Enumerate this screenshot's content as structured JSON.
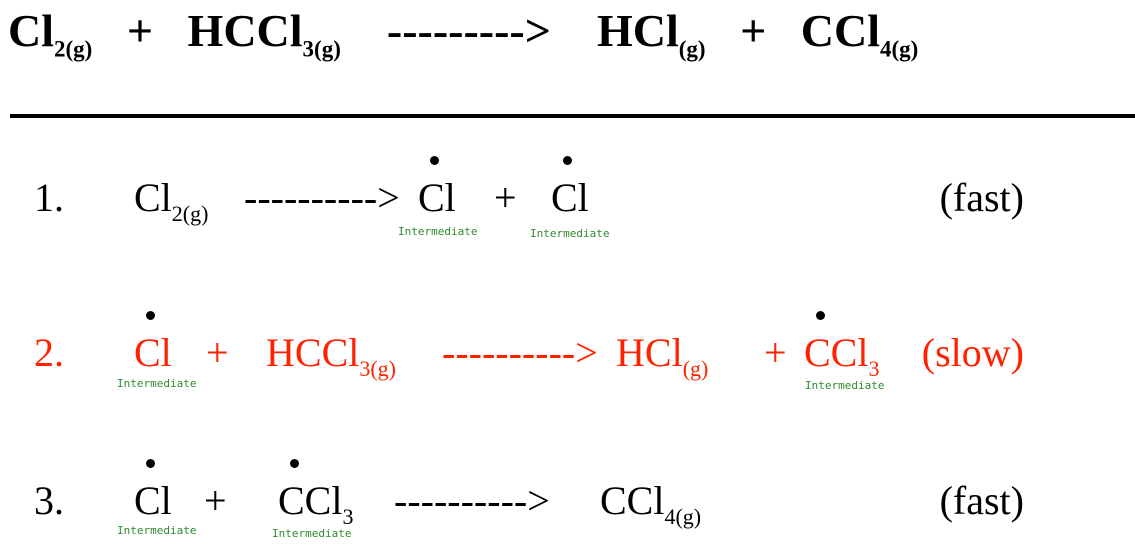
{
  "overall": {
    "reactant1": "Cl",
    "reactant1_sub": "2(g)",
    "plus1": "+",
    "reactant2": "HCCl",
    "reactant2_sub": "3(g)",
    "arrow": "--------->",
    "product1": "HCl",
    "product1_sub": "(g)",
    "plus2": "+",
    "product2": "CCl",
    "product2_sub": "4(g)"
  },
  "steps": [
    {
      "number": "1.",
      "reactant": "Cl",
      "reactant_sub": "2(g)",
      "arrow": "---------->",
      "product1": "Cl",
      "plus": "+",
      "product2": "Cl",
      "rate": "(fast)",
      "labels": [
        "Intermediate",
        "Intermediate"
      ]
    },
    {
      "number": "2.",
      "reactant1": "Cl",
      "plus1": "+",
      "reactant2": "HCCl",
      "reactant2_sub": "3(g)",
      "arrow": "---------->",
      "product1": "HCl",
      "product1_sub": "(g)",
      "plus2": "+",
      "product2": "CCl",
      "product2_sub": "3",
      "rate": "(slow)",
      "labels": [
        "Intermediate",
        "Intermediate"
      ],
      "color": "#ff2200"
    },
    {
      "number": "3.",
      "reactant1": "Cl",
      "plus": "+",
      "reactant2": "CCl",
      "reactant2_sub": "3",
      "arrow": "---------->",
      "product": "CCl",
      "product_sub": "4(g)",
      "rate": "(fast)",
      "labels": [
        "Intermediate",
        "Intermediate"
      ]
    }
  ]
}
